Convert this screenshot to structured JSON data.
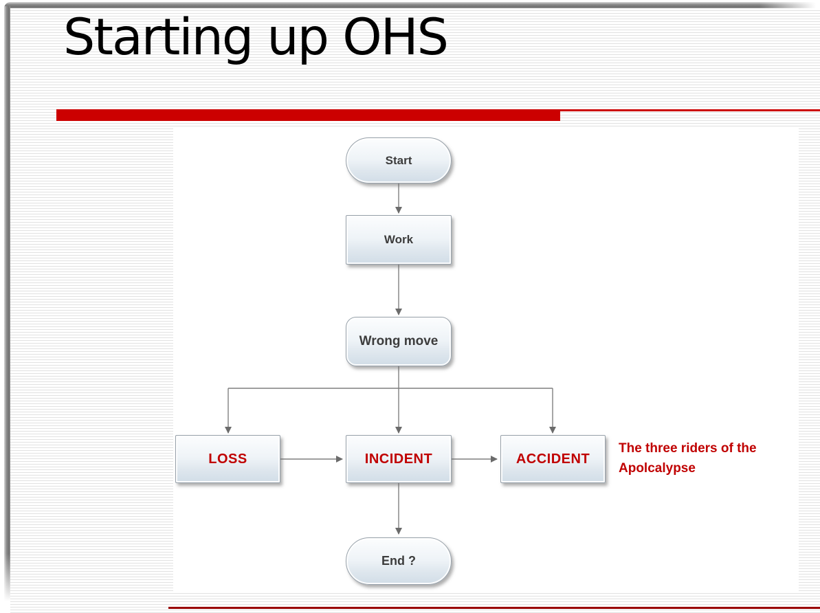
{
  "slide": {
    "title": "Starting up OHS",
    "accent_color": "#cc0000",
    "bottom_rule_color": "#990000",
    "title_color": "#000000"
  },
  "flowchart": {
    "nodes": [
      {
        "id": "start",
        "label": "Start",
        "shape": "stadium",
        "text_color": "#3c3c3c"
      },
      {
        "id": "work",
        "label": "Work",
        "shape": "rectangle",
        "text_color": "#3c3c3c"
      },
      {
        "id": "wrong-move",
        "label": "Wrong move",
        "shape": "rounded-rect",
        "text_color": "#3c3c3c"
      },
      {
        "id": "loss",
        "label": "LOSS",
        "shape": "rectangle",
        "text_color": "#c00000"
      },
      {
        "id": "incident",
        "label": "INCIDENT",
        "shape": "rectangle",
        "text_color": "#c00000"
      },
      {
        "id": "accident",
        "label": "ACCIDENT",
        "shape": "rectangle",
        "text_color": "#c00000"
      },
      {
        "id": "end",
        "label": "End ?",
        "shape": "stadium",
        "text_color": "#3c3c3c"
      }
    ],
    "edges": [
      {
        "from": "Start",
        "to": "Work"
      },
      {
        "from": "Work",
        "to": "Wrong move"
      },
      {
        "from": "Wrong move",
        "to": "LOSS"
      },
      {
        "from": "Wrong move",
        "to": "INCIDENT"
      },
      {
        "from": "Wrong move",
        "to": "ACCIDENT"
      },
      {
        "from": "LOSS",
        "to": "INCIDENT"
      },
      {
        "from": "INCIDENT",
        "to": "ACCIDENT"
      },
      {
        "from": "INCIDENT",
        "to": "End ?"
      }
    ],
    "connector_color": "#7f7f7f",
    "annotation": {
      "lines": [
        "The three riders of the",
        "Apolcalypse"
      ],
      "full_text": "The three riders of the Apolcalypse",
      "color": "#c00000"
    }
  }
}
